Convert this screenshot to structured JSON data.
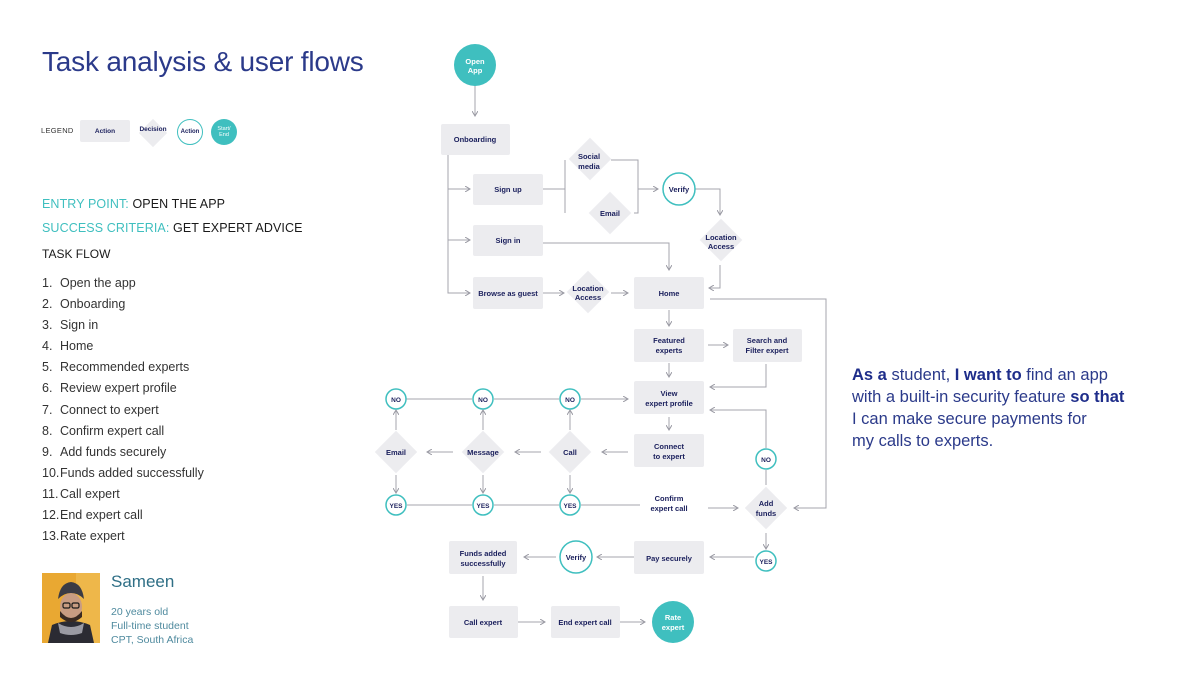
{
  "title": "Task analysis & user flows",
  "legend": {
    "label": "LEGEND",
    "action": "Action",
    "decision": "Decision",
    "action_circle": "Action",
    "start_end_1": "Start/",
    "start_end_2": "End"
  },
  "entry_point": {
    "key": "ENTRY POINT:",
    "value": "OPEN THE APP"
  },
  "success_criteria": {
    "key": "SUCCESS CRITERIA:",
    "value": "GET EXPERT ADVICE"
  },
  "task_flow": {
    "heading": "TASK FLOW",
    "items": [
      {
        "n": "1.",
        "text": "Open the app"
      },
      {
        "n": "2.",
        "text": "Onboarding"
      },
      {
        "n": "3.",
        "text": "Sign in"
      },
      {
        "n": "4.",
        "text": "Home"
      },
      {
        "n": "5.",
        "text": "Recommended experts"
      },
      {
        "n": "6.",
        "text": "Review expert profile"
      },
      {
        "n": "7.",
        "text": "Connect to expert"
      },
      {
        "n": "8.",
        "text": "Confirm expert call"
      },
      {
        "n": "9.",
        "text": "Add funds securely"
      },
      {
        "n": "10.",
        "text": "Funds added successfully"
      },
      {
        "n": "11.",
        "text": "Call expert"
      },
      {
        "n": "12.",
        "text": "End expert call"
      },
      {
        "n": "13.",
        "text": "Rate expert"
      }
    ]
  },
  "persona": {
    "name": "Sameen",
    "age": "20 years old",
    "occupation": "Full-time student",
    "location": "CPT, South Africa"
  },
  "user_story": {
    "as_a": "As a",
    "role": "student,",
    "i_want_to": "I want to",
    "goal_1": "find an app",
    "goal_2": "with a built-in security feature",
    "so_that": "so that",
    "benefit_1": "I can make secure payments for",
    "benefit_2": "my calls to experts."
  },
  "flow": {
    "open_app_1": "Open",
    "open_app_2": "App",
    "onboarding": "Onboarding",
    "sign_up": "Sign up",
    "social_media_1": "Social",
    "social_media_2": "media",
    "email_option": "Email",
    "verify_signup": "Verify",
    "location_access_right_1": "Location",
    "location_access_right_2": "Access",
    "sign_in": "Sign in",
    "browse_as_guest": "Browse as guest",
    "location_access_mid_1": "Location",
    "location_access_mid_2": "Access",
    "home": "Home",
    "featured_experts_1": "Featured",
    "featured_experts_2": "experts",
    "search_filter_1": "Search and",
    "search_filter_2": "Filter expert",
    "view_profile_1": "View",
    "view_profile_2": "expert profile",
    "connect_expert_1": "Connect",
    "connect_expert_2": "to expert",
    "call": "Call",
    "message": "Message",
    "email": "Email",
    "no": "NO",
    "yes": "YES",
    "confirm_call_1": "Confirm",
    "confirm_call_2": "expert call",
    "add_funds_1": "Add",
    "add_funds_2": "funds",
    "pay_securely": "Pay securely",
    "verify_payment": "Verify",
    "funds_added_1": "Funds added",
    "funds_added_2": "successfully",
    "call_expert": "Call expert",
    "end_call": "End expert call",
    "rate_expert_1": "Rate",
    "rate_expert_2": "expert"
  },
  "colors": {
    "teal": "#3fbfbf",
    "navy": "#1a1f5c",
    "title_blue": "#2b3a8a",
    "node_fill": "#ececef",
    "line": "#9a9aa3"
  }
}
